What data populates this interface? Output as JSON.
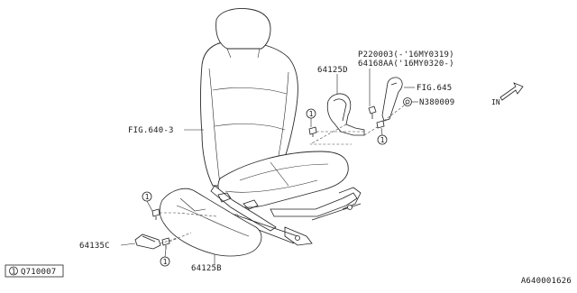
{
  "callouts": {
    "fig_640_3": "FIG.640-3",
    "part_64125D": "64125D",
    "p220003": "P220003(-'16MY0319)",
    "part_64168AA": "64168AA('16MY0320-)",
    "fig_645": "FIG.645",
    "n380009": "N380009",
    "part_64135C": "64135C",
    "part_64125B": "64125B"
  },
  "circle_markers": [
    "1",
    "1",
    "1",
    "1"
  ],
  "footnote": {
    "marker": "1",
    "code": "Q710007"
  },
  "diagram_code": "A640001626",
  "front_indicator": "IN",
  "colors": {
    "line": "#222222",
    "background": "#ffffff"
  }
}
